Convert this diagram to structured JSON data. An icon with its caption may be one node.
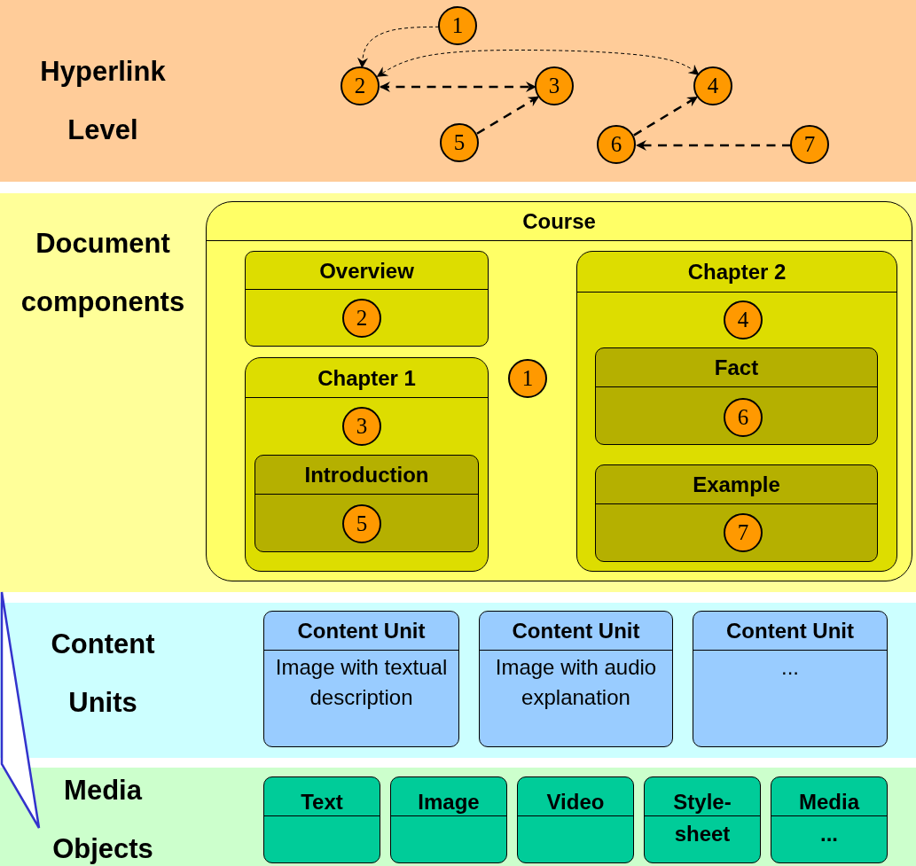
{
  "diagram": {
    "nodes": [
      {
        "text": [
          "Hyperlink Level"
        ]
      },
      {
        "text": [
          "1"
        ],
        "in": 0
      },
      {
        "text": [
          "2"
        ],
        "in": 0
      },
      {
        "text": [
          "3"
        ],
        "in": 0
      },
      {
        "text": [
          "4"
        ],
        "in": 0
      },
      {
        "text": [
          "5"
        ],
        "in": 0
      },
      {
        "text": [
          "6"
        ],
        "in": 0
      },
      {
        "text": [
          "7"
        ],
        "in": 0
      },
      {
        "text": [
          "Document components"
        ]
      },
      {
        "text": [
          "Course"
        ],
        "in": 8
      },
      {
        "text": [
          "Overview"
        ],
        "in": 9
      },
      {
        "text": [
          "2"
        ],
        "in": 10
      },
      {
        "text": [
          "Chapter 1"
        ],
        "in": 9
      },
      {
        "text": [
          "3"
        ],
        "in": 12
      },
      {
        "text": [
          "Introduction"
        ],
        "in": 12
      },
      {
        "text": [
          "5"
        ],
        "in": 14
      },
      {
        "text": [
          "1"
        ],
        "in": 9
      },
      {
        "text": [
          "Chapter 2"
        ],
        "in": 9
      },
      {
        "text": [
          "4"
        ],
        "in": 17
      },
      {
        "text": [
          "Fact"
        ],
        "in": 17
      },
      {
        "text": [
          "6"
        ],
        "in": 19
      },
      {
        "text": [
          "Example"
        ],
        "in": 17
      },
      {
        "text": [
          "7"
        ],
        "in": 21
      },
      {
        "text": [
          "Content Units"
        ]
      },
      {
        "text": [
          "Content Unit",
          "Image with textual description"
        ],
        "in": 23
      },
      {
        "text": [
          "Content Unit",
          "Image with audio explanation"
        ],
        "in": 23
      },
      {
        "text": [
          "Content Unit",
          "..."
        ],
        "in": 23
      },
      {
        "text": [
          "Media Objects"
        ]
      },
      {
        "text": [
          "Text"
        ],
        "in": 27
      },
      {
        "text": [
          "Image"
        ],
        "in": 27
      },
      {
        "text": [
          "Video"
        ],
        "in": 27
      },
      {
        "text": [
          "Style-sheet"
        ],
        "in": 27
      },
      {
        "text": [
          "Media ..."
        ],
        "in": 27
      },
      {
        "text": [],
        "shape": "triangle"
      }
    ],
    "edges": [
      {
        "from": 1,
        "to": 2,
        "arrow": "to",
        "style": "dashed"
      },
      {
        "from": 2,
        "to": 4,
        "arrow": "both",
        "style": "dashed"
      },
      {
        "from": 2,
        "to": 3,
        "arrow": "both",
        "style": "dashed"
      },
      {
        "from": 5,
        "to": 3,
        "arrow": "to",
        "style": "dashed"
      },
      {
        "from": 6,
        "to": 4,
        "arrow": "to",
        "style": "dashed"
      },
      {
        "from": 7,
        "to": 6,
        "arrow": "to",
        "style": "dashed"
      }
    ]
  }
}
